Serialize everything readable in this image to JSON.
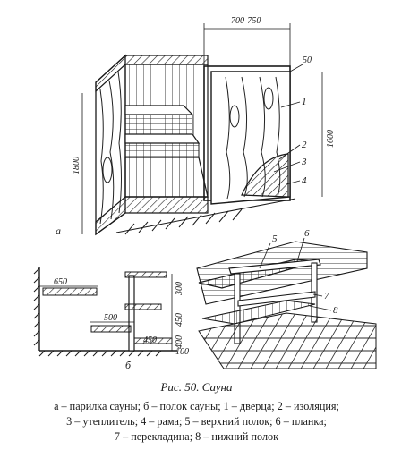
{
  "figure": {
    "caption": "Рис. 50. Сауна",
    "legend_lines": [
      "а – парилка сауны; б – полок сауны; 1 – дверца; 2 – изоляция;",
      "3 – утеплитель; 4 – рама; 5 – верхний полок; 6 – планка;",
      "7 – перекладина; 8 – нижний полок"
    ]
  },
  "drawing_a": {
    "sublabel": "а",
    "dimensions": {
      "width": "700-750",
      "door_height": "1600",
      "wall_height": "1800",
      "frame": "50"
    },
    "callouts": [
      "1",
      "2",
      "3",
      "4"
    ]
  },
  "drawing_b": {
    "sublabel": "б",
    "dimensions": {
      "top_shelf": "650",
      "middle_shelf": "500",
      "bottom_shelf": "450",
      "h_top": "300",
      "h_mid": "450",
      "h_low": "400",
      "h_floor": "100"
    }
  },
  "drawing_c": {
    "callouts": [
      "5",
      "6",
      "7",
      "8"
    ]
  }
}
